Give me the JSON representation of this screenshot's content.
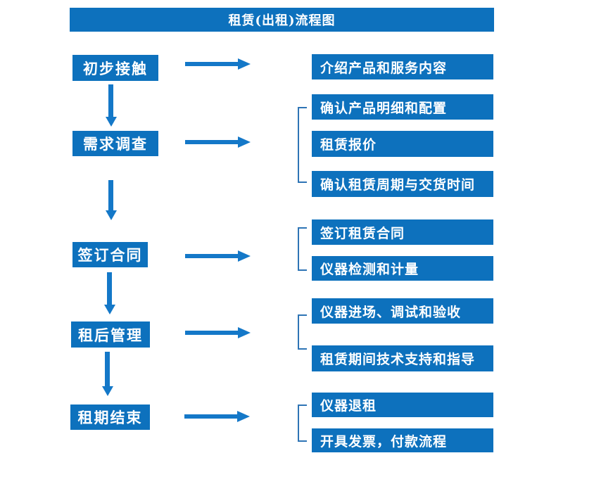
{
  "title": "租赁(出租)流程图",
  "colors": {
    "box": "#0d71bd",
    "arrow": "#1478c8",
    "bracket": "#2e74b5",
    "text": "#ffffff",
    "bg": "#ffffff"
  },
  "stages": [
    {
      "label": "初步接触",
      "outputs": [
        "介绍产品和服务内容"
      ]
    },
    {
      "label": "需求调查",
      "outputs": [
        "确认产品明细和配置",
        "租赁报价",
        "确认租赁周期与交货时间"
      ]
    },
    {
      "label": "签订合同",
      "outputs": [
        "签订租赁合同",
        "仪器检测和计量"
      ]
    },
    {
      "label": "租后管理",
      "outputs": [
        "仪器进场、调试和验收",
        "租赁期间技术支持和指导"
      ]
    },
    {
      "label": "租期结束",
      "outputs": [
        "仪器退租",
        "开具发票，付款流程"
      ]
    }
  ]
}
